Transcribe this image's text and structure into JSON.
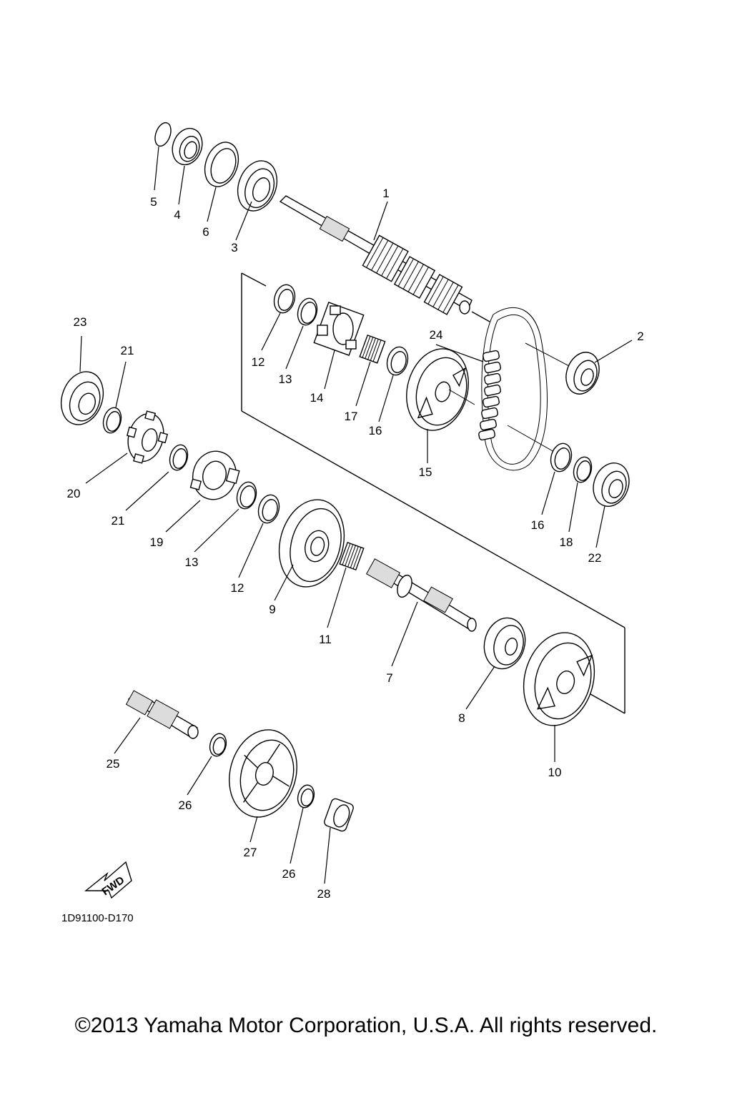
{
  "diagram": {
    "code": "1D91100-D170",
    "fwd_label": "FWD",
    "callouts": [
      "1",
      "2",
      "3",
      "4",
      "5",
      "6",
      "7",
      "8",
      "9",
      "10",
      "11",
      "12",
      "12",
      "13",
      "13",
      "14",
      "15",
      "16",
      "16",
      "17",
      "18",
      "19",
      "20",
      "21",
      "21",
      "22",
      "23",
      "24",
      "25",
      "26",
      "26",
      "27",
      "28"
    ]
  },
  "footer": {
    "copyright": "©2013 Yamaha Motor Corporation, U.S.A. All rights reserved."
  }
}
